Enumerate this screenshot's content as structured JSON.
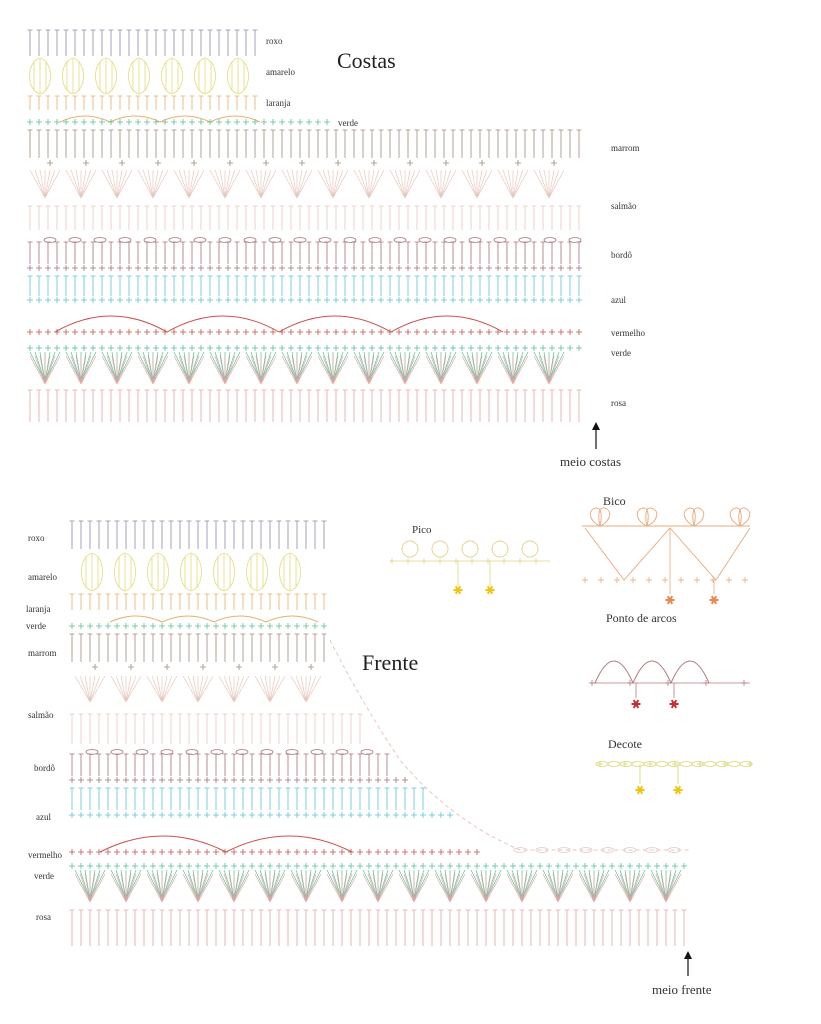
{
  "costas": {
    "title": "Costas",
    "rows": [
      "roxo",
      "amarelo",
      "laranja",
      "verde",
      "marrom",
      "salmão",
      "bordô",
      "azul",
      "vermelho",
      "verde",
      "rosa"
    ],
    "center_note": "meio costas"
  },
  "frente": {
    "title": "Frente",
    "rows": [
      "roxo",
      "amarelo",
      "laranja",
      "verde",
      "marrom",
      "salmão",
      "bordô",
      "azul",
      "vermelho",
      "verde",
      "rosa"
    ],
    "center_note": "meio frente"
  },
  "details": {
    "pico": "Pico",
    "bico": "Bico",
    "arcos": "Ponto de arcos",
    "decote": "Decote"
  },
  "colors": {
    "roxo": "#8e8aa8",
    "amarelo": "#e4dc7a",
    "laranja": "#e7b06a",
    "verde": "#5bbf9a",
    "marrom": "#a08a7a",
    "salmao": "#e8c7bd",
    "bordo": "#a8727a",
    "azul": "#59c4d4",
    "vermelho": "#c9524f",
    "rosa": "#e4a6a6",
    "pico": "#e2d38a",
    "bico": "#e8a87a",
    "arcos": "#b07a7f",
    "decote": "#d9d36a",
    "star_yellow": "#f1c40f",
    "star_orange": "#e9854d",
    "star_red": "#cc2a35"
  }
}
